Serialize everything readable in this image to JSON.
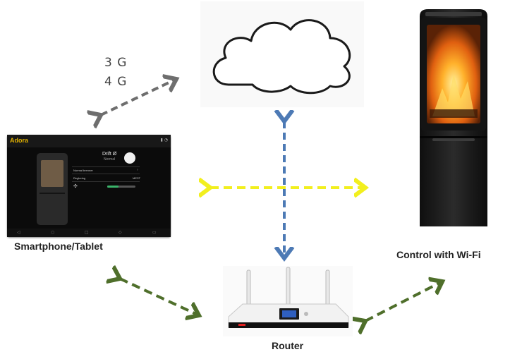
{
  "labels": {
    "network_3g": "3 G",
    "network_4g": "4 G",
    "tablet": "Smartphone/Tablet",
    "stove": "Control with Wi-Fi",
    "router": "Router"
  },
  "tablet_screen": {
    "logo": "Adora",
    "title": "Drift Ø",
    "subtitle": "Normal",
    "row1": "Normal brenner",
    "row2": "Reglering",
    "row2_value": "MEST"
  },
  "colors": {
    "gray_arrow": "#6e6e6e",
    "blue_arrow": "#4d7ab5",
    "yellow_arrow": "#f2ef1e",
    "green_arrow": "#4f6f2b",
    "stove_body": "#1a1a1a",
    "fire": "#f07a10"
  },
  "icons": [
    "cloud-icon",
    "tablet-icon",
    "stove-icon",
    "router-icon"
  ]
}
